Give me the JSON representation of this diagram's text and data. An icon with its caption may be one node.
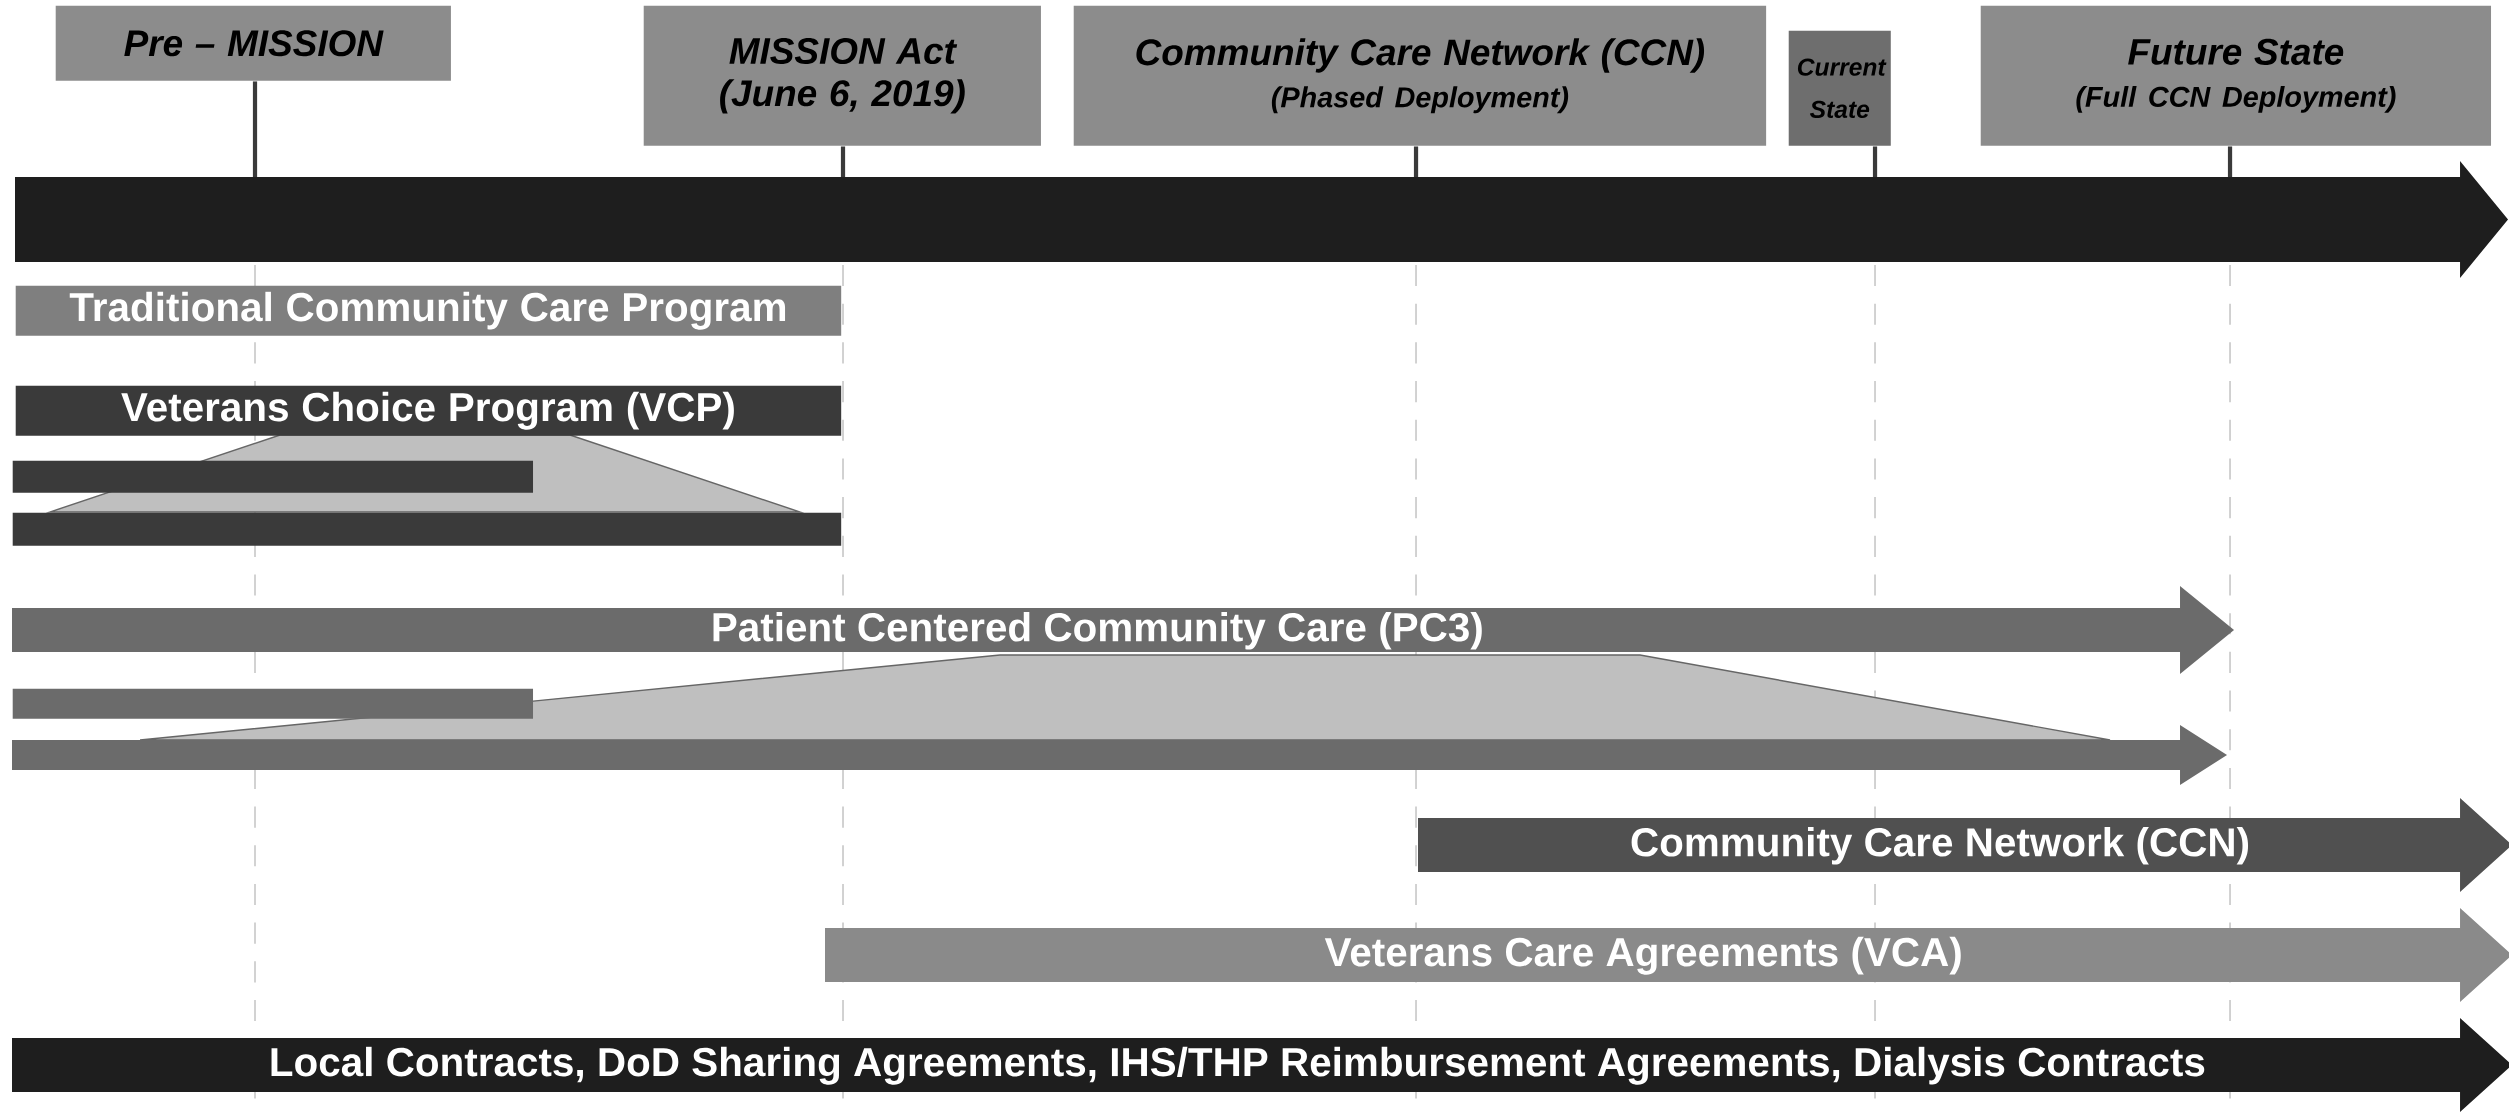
{
  "diagram": {
    "nodes": [
      {
        "text": [
          "Pre – MISSION"
        ]
      },
      {
        "text": [
          "MISSION Act (June 6, 2019)"
        ]
      },
      {
        "text": [
          "Community Care Network (CCN)",
          "(Phased Deployment)"
        ]
      },
      {
        "text": [
          "Current State"
        ]
      },
      {
        "text": [
          "Future State",
          "(Full CCN Deployment)"
        ]
      },
      {
        "text": [],
        "shape": "arrow"
      },
      {
        "text": [
          "Traditional Community Care Program"
        ]
      },
      {
        "text": [
          "Veterans Choice Program (VCP)"
        ]
      },
      {
        "text": [],
        "shape": "bar"
      },
      {
        "text": [],
        "shape": "bar"
      },
      {
        "text": [
          "Patient Centered Community Care (PC3)"
        ]
      },
      {
        "text": [],
        "shape": "bar"
      },
      {
        "text": [],
        "shape": "arrow"
      },
      {
        "text": [
          "Community Care Network (CCN)"
        ]
      },
      {
        "text": [
          "Veterans Care Agreements (VCA)"
        ]
      },
      {
        "text": [
          "Local Contracts, DoD Sharing Agreements, IHS/THP Reimbursement Agreements, Dialysis Contracts"
        ]
      }
    ],
    "edges": [
      {
        "from": 0,
        "to": 5,
        "arrow": "none"
      },
      {
        "from": 1,
        "to": 5,
        "arrow": "none"
      },
      {
        "from": 2,
        "to": 5,
        "arrow": "none"
      },
      {
        "from": 3,
        "to": 5,
        "arrow": "none"
      },
      {
        "from": 4,
        "to": 5,
        "arrow": "none"
      }
    ]
  }
}
